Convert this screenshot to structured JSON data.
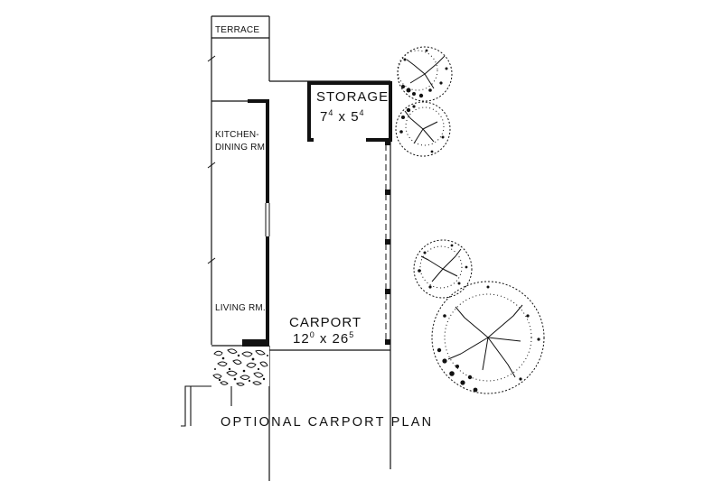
{
  "rooms": {
    "terrace": "TERRACE",
    "kitchen_line1": "KITCHEN-",
    "kitchen_line2": "DINING RM.",
    "living": "LIVING RM."
  },
  "storage": {
    "label": "STORAGE",
    "w_ft": "7",
    "w_in": "4",
    "x": "x",
    "d_ft": "5",
    "d_in": "4"
  },
  "carport": {
    "label": "CARPORT",
    "w_ft": "12",
    "w_in": "0",
    "x": "x",
    "d_ft": "26",
    "d_in": "5"
  },
  "caption": "OPTIONAL CARPORT PLAN",
  "colors": {
    "ink": "#111111",
    "paper": "#ffffff"
  }
}
